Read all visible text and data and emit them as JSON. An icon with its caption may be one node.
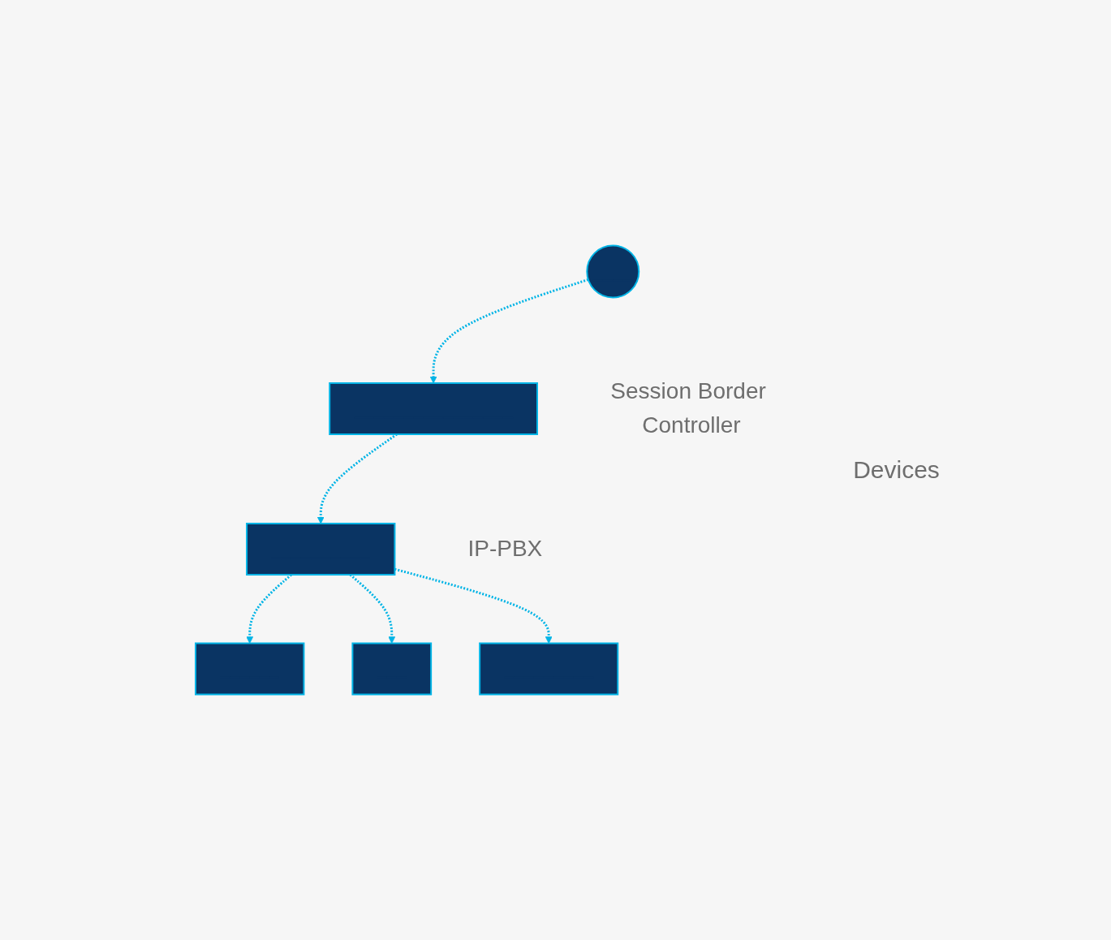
{
  "diagram": {
    "nodes": [
      {
        "text": [],
        "shape": "circle"
      },
      {
        "text": [],
        "shape": "box",
        "beside": [
          "Session Border Controller"
        ]
      },
      {
        "text": [],
        "shape": "box",
        "beside": [
          "IP-PBX"
        ]
      },
      {
        "text": [],
        "shape": "box"
      },
      {
        "text": [],
        "shape": "box"
      },
      {
        "text": [],
        "shape": "box"
      }
    ],
    "edges": [
      {
        "from": 0,
        "to": 1,
        "arrow": "to",
        "style": "dashed"
      },
      {
        "from": 1,
        "to": 2,
        "arrow": "to",
        "style": "dashed"
      },
      {
        "from": 2,
        "to": 3,
        "arrow": "to",
        "style": "dashed"
      },
      {
        "from": 2,
        "to": 4,
        "arrow": "to",
        "style": "dashed"
      },
      {
        "from": 2,
        "to": 5,
        "arrow": "to",
        "style": "dashed"
      }
    ],
    "labels": [
      "Devices"
    ]
  }
}
